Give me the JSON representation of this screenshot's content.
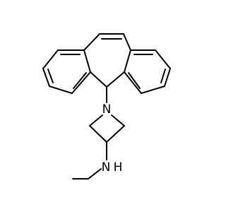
{
  "molecule": {
    "atoms": {
      "n_ring": "N",
      "n_amine": "N",
      "h_amine": "H"
    },
    "colors": {
      "bond": "#000000",
      "label": "#000000",
      "background": "#ffffff"
    }
  }
}
